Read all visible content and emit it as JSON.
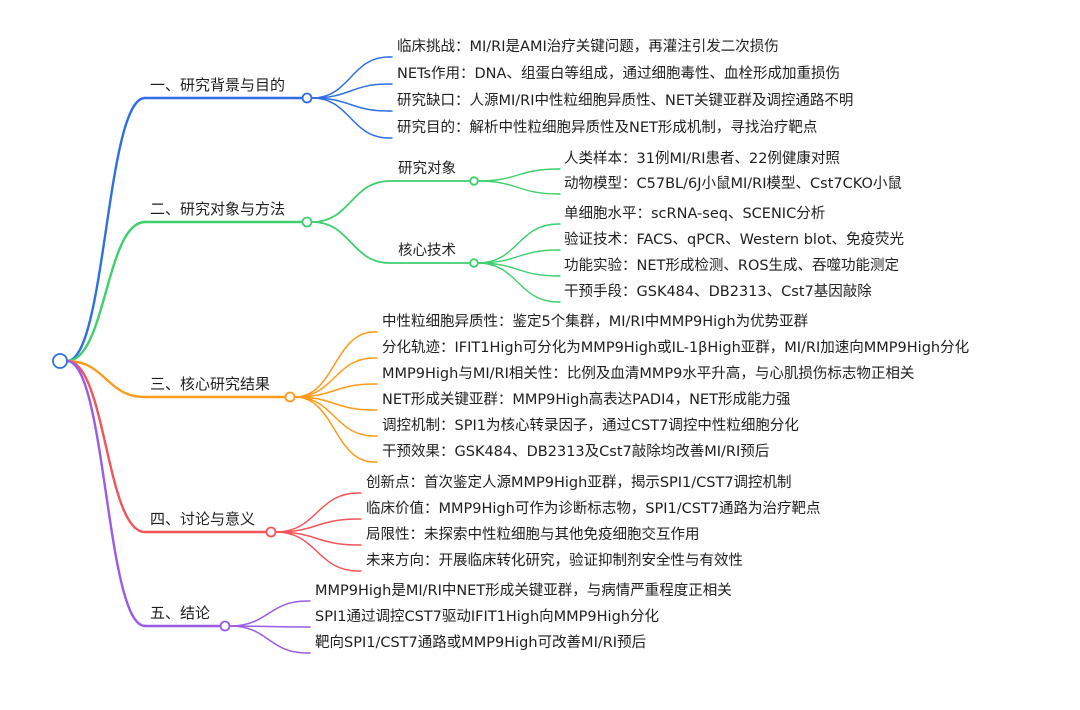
{
  "colors": {
    "root": "#2f6fe4",
    "s1": "#2f6fe4",
    "s2": "#3fcf6e",
    "s3": "#ff9b1a",
    "s4": "#f2545b",
    "s5": "#9a5ce6"
  },
  "sections": [
    {
      "label": "一、研究背景与目的",
      "items": [
        {
          "label": "临床挑战：MI/RI是AMI治疗关键问题，再灌注引发二次损伤"
        },
        {
          "label": "NETs作用：DNA、组蛋白等组成，通过细胞毒性、血栓形成加重损伤"
        },
        {
          "label": "研究缺口：人源MI/RI中性粒细胞异质性、NET关键亚群及调控通路不明"
        },
        {
          "label": "研究目的：解析中性粒细胞异质性及NET形成机制，寻找治疗靶点"
        }
      ]
    },
    {
      "label": "二、研究对象与方法",
      "items": [
        {
          "label": "研究对象",
          "items": [
            {
              "label": "人类样本：31例MI/RI患者、22例健康对照"
            },
            {
              "label": "动物模型：C57BL/6J小鼠MI/RI模型、Cst7CKO小鼠"
            }
          ]
        },
        {
          "label": "核心技术",
          "items": [
            {
              "label": "单细胞水平：scRNA-seq、SCENIC分析"
            },
            {
              "label": "验证技术：FACS、qPCR、Western blot、免疫荧光"
            },
            {
              "label": "功能实验：NET形成检测、ROS生成、吞噬功能测定"
            },
            {
              "label": "干预手段：GSK484、DB2313、Cst7基因敲除"
            }
          ]
        }
      ]
    },
    {
      "label": "三、核心研究结果",
      "items": [
        {
          "label": "中性粒细胞异质性：鉴定5个集群，MI/RI中MMP9High为优势亚群"
        },
        {
          "label": "分化轨迹：IFIT1High可分化为MMP9High或IL-1βHigh亚群，MI/RI加速向MMP9High分化"
        },
        {
          "label": "MMP9High与MI/RI相关性：比例及血清MMP9水平升高，与心肌损伤标志物正相关"
        },
        {
          "label": "NET形成关键亚群：MMP9High高表达PADI4，NET形成能力强"
        },
        {
          "label": "调控机制：SPI1为核心转录因子，通过CST7调控中性粒细胞分化"
        },
        {
          "label": "干预效果：GSK484、DB2313及Cst7敲除均改善MI/RI预后"
        }
      ]
    },
    {
      "label": "四、讨论与意义",
      "items": [
        {
          "label": "创新点：首次鉴定人源MMP9High亚群，揭示SPI1/CST7调控机制"
        },
        {
          "label": "临床价值：MMP9High可作为诊断标志物，SPI1/CST7通路为治疗靶点"
        },
        {
          "label": "局限性：未探索中性粒细胞与其他免疫细胞交互作用"
        },
        {
          "label": "未来方向：开展临床转化研究，验证抑制剂安全性与有效性"
        }
      ]
    },
    {
      "label": "五、结论",
      "items": [
        {
          "label": "MMP9High是MI/RI中NET形成关键亚群，与病情严重程度正相关"
        },
        {
          "label": "SPI1通过调控CST7驱动IFIT1High向MMP9High分化"
        },
        {
          "label": "靶向SPI1/CST7通路或MMP9High可改善MI/RI预后"
        }
      ]
    }
  ]
}
